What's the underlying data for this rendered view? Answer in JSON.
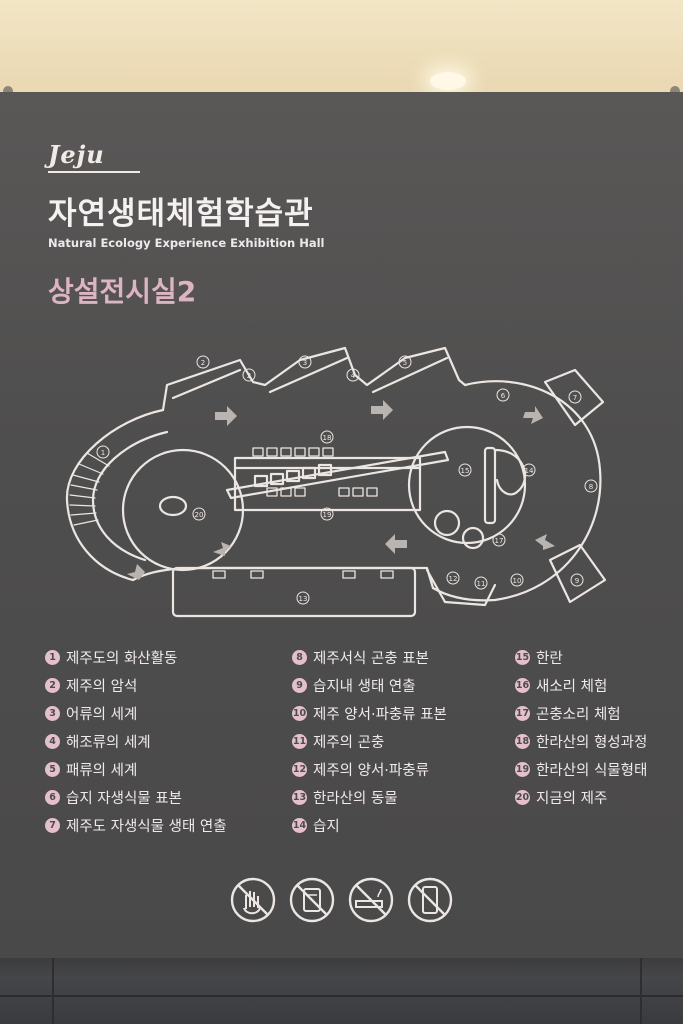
{
  "header": {
    "logo": "Jeju",
    "title_ko": "자연생태체험학습관",
    "title_en": "Natural Ecology Experience Exhibition Hall",
    "room": "상설전시실2"
  },
  "map_labels": [
    "1",
    "2",
    "3",
    "4",
    "5",
    "6",
    "7",
    "8",
    "9",
    "10",
    "11",
    "12",
    "13",
    "14",
    "15",
    "16",
    "17",
    "18",
    "19",
    "20"
  ],
  "legend": [
    {
      "n": "1",
      "label": "제주도의 화산활동"
    },
    {
      "n": "2",
      "label": "제주의 암석"
    },
    {
      "n": "3",
      "label": "어류의 세계"
    },
    {
      "n": "4",
      "label": "해조류의 세계"
    },
    {
      "n": "5",
      "label": "패류의 세계"
    },
    {
      "n": "6",
      "label": "습지 자생식물 표본"
    },
    {
      "n": "7",
      "label": "제주도 자생식물 생태 연출"
    },
    {
      "n": "8",
      "label": "제주서식 곤충 표본"
    },
    {
      "n": "9",
      "label": "습지내 생태 연출"
    },
    {
      "n": "10",
      "label": "제주 양서·파충류 표본"
    },
    {
      "n": "11",
      "label": "제주의 곤충"
    },
    {
      "n": "12",
      "label": "제주의 양서·파충류"
    },
    {
      "n": "13",
      "label": "한라산의 동물"
    },
    {
      "n": "14",
      "label": "습지"
    },
    {
      "n": "15",
      "label": "한란"
    },
    {
      "n": "16",
      "label": "새소리 체험"
    },
    {
      "n": "17",
      "label": "곤충소리 체험"
    },
    {
      "n": "18",
      "label": "한라산의 형성과정"
    },
    {
      "n": "19",
      "label": "한라산의 식물형태"
    },
    {
      "n": "20",
      "label": "지금의 제주"
    }
  ],
  "prohibition_icons": [
    "no-touching-icon",
    "no-drinks-icon",
    "no-smoking-icon",
    "no-phone-icon"
  ],
  "colors": {
    "sign": "#4f4e4e",
    "accent_pink": "#dcb4c2",
    "line": "#ece6e2"
  }
}
